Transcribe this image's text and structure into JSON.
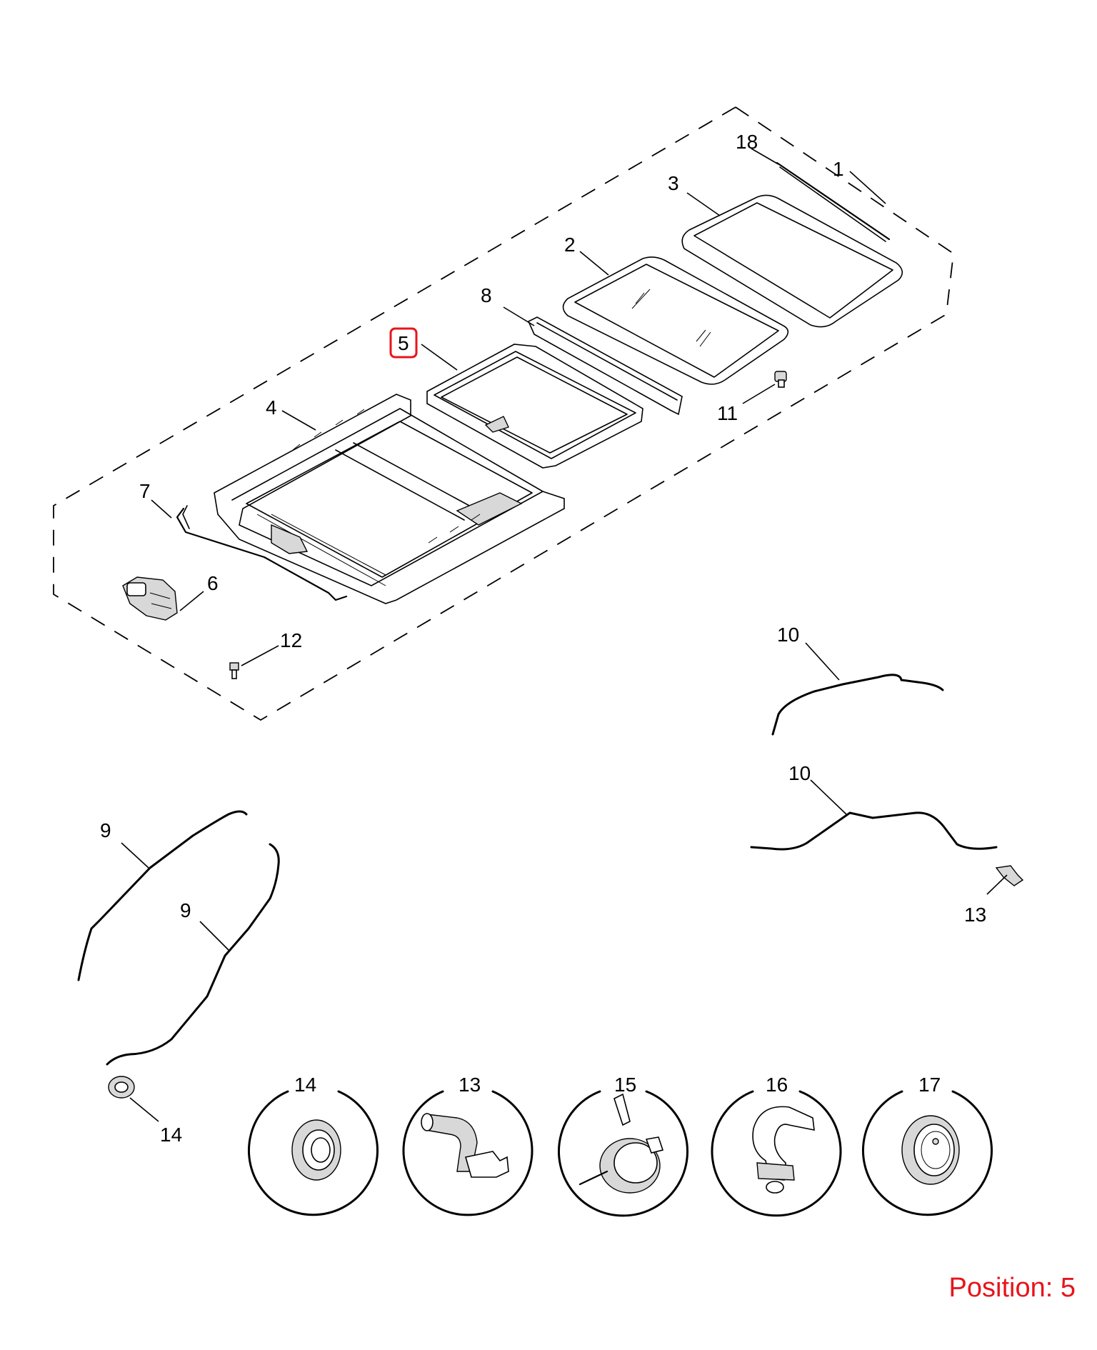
{
  "diagram": {
    "callouts": {
      "c1": "1",
      "c2": "2",
      "c3": "3",
      "c4": "4",
      "c5": "5",
      "c6": "6",
      "c7": "7",
      "c8": "8",
      "c9a": "9",
      "c9b": "9",
      "c10a": "10",
      "c10b": "10",
      "c11": "11",
      "c12": "12",
      "c13": "13",
      "c14": "14",
      "c18": "18"
    },
    "detail_circles": [
      {
        "number": "14",
        "icon": "grommet-icon"
      },
      {
        "number": "13",
        "icon": "elbow-connector-icon"
      },
      {
        "number": "15",
        "icon": "hose-clamp-icon"
      },
      {
        "number": "16",
        "icon": "retaining-clip-icon"
      },
      {
        "number": "17",
        "icon": "plug-grommet-icon"
      }
    ],
    "highlight_color": "#e8141b"
  },
  "position": {
    "label": "Position:",
    "value": "5"
  }
}
